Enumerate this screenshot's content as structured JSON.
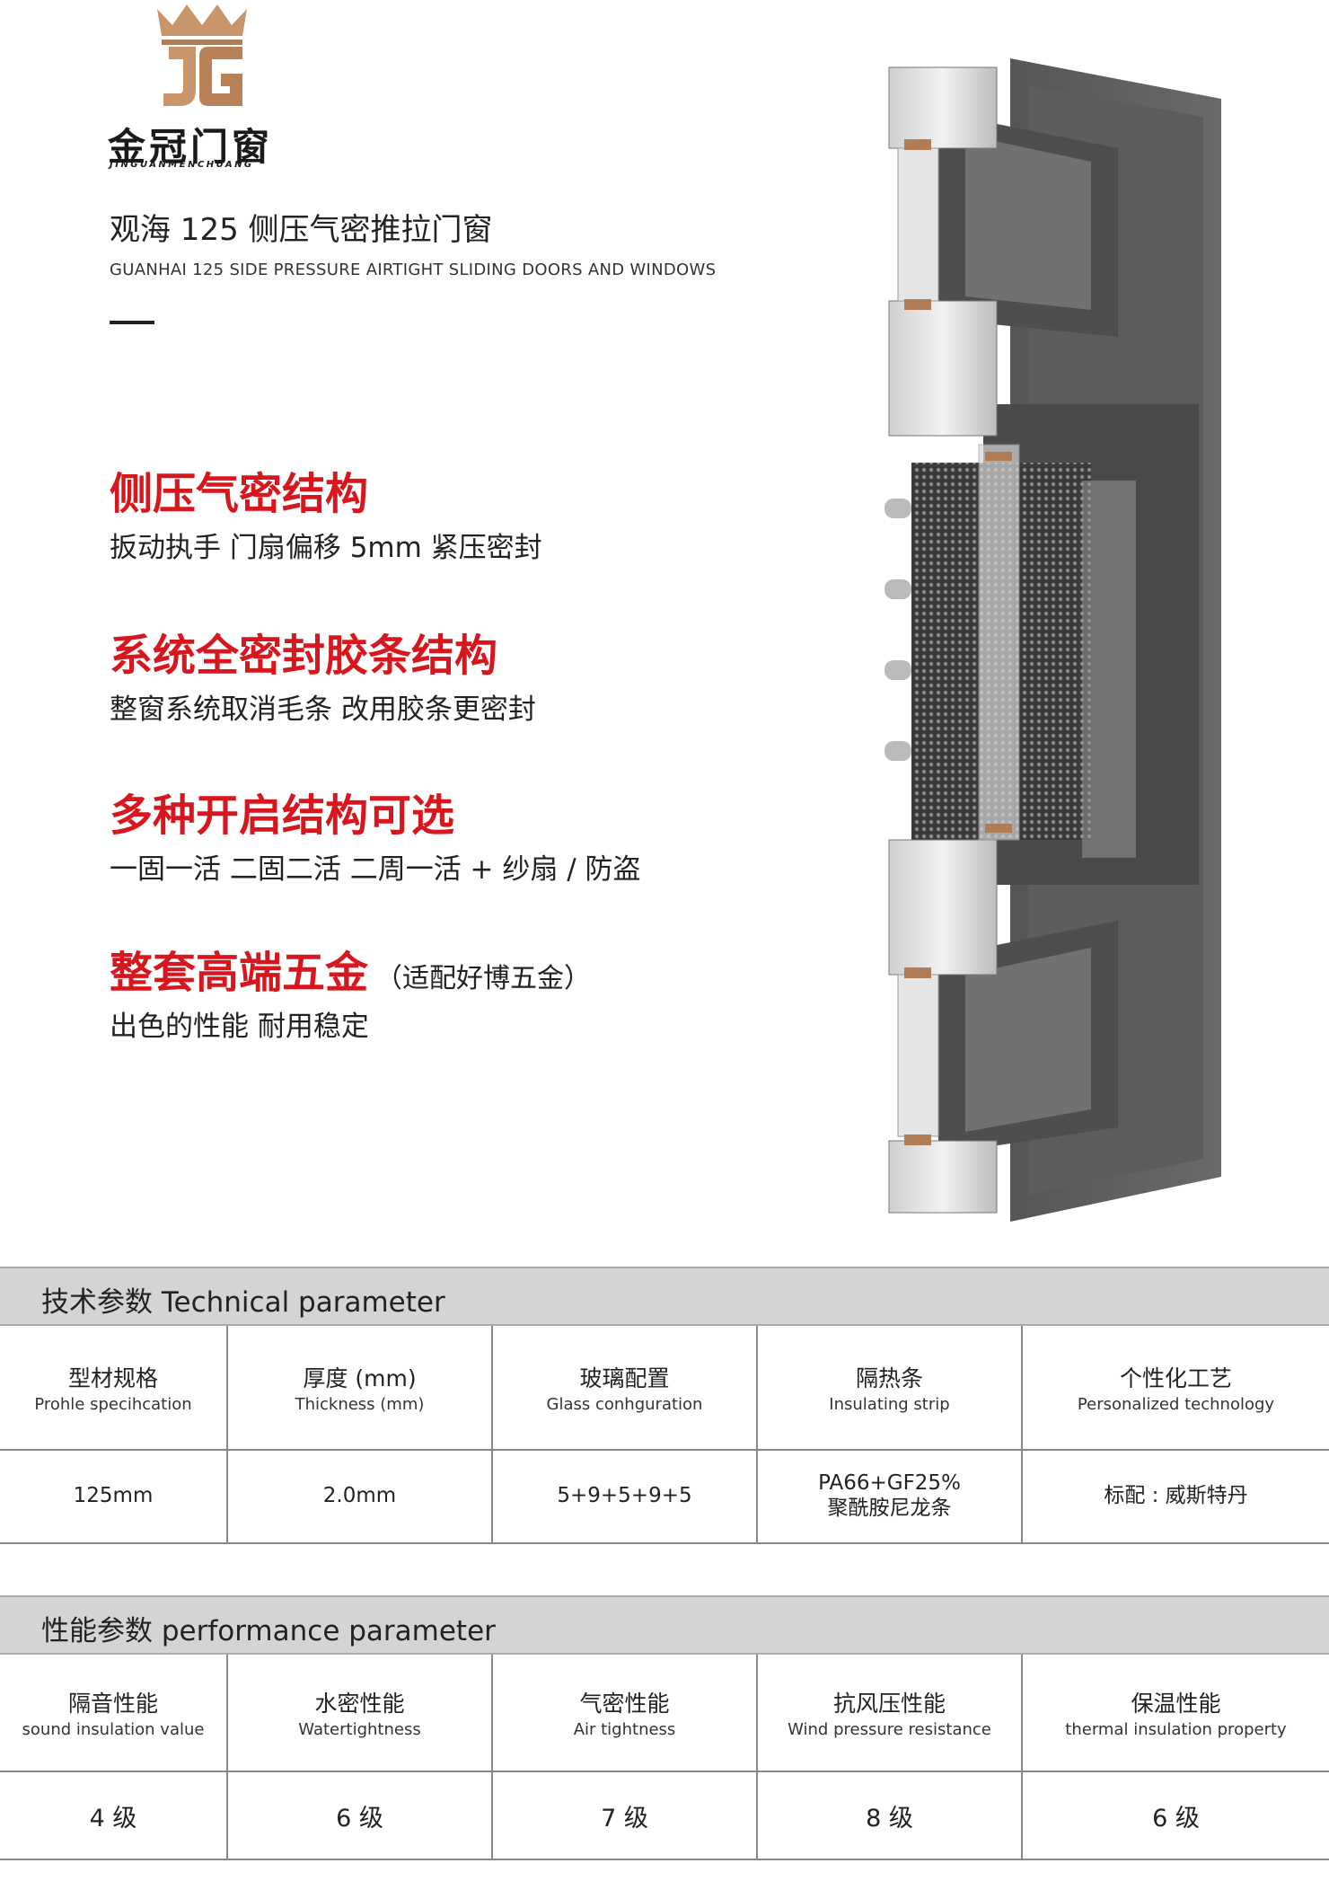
{
  "brand": {
    "name_cn": "金冠门窗",
    "name_en": "JINGUANMENCHUANG",
    "logo_letters": "JG",
    "colors": {
      "logo_gold": "#c8966a",
      "logo_gold_dark": "#a8744c"
    }
  },
  "product": {
    "title_cn": "观海 125 侧压气密推拉门窗",
    "title_en": "GUANHAI 125 SIDE PRESSURE AIRTIGHT SLIDING DOORS AND WINDOWS"
  },
  "features": [
    {
      "title": "侧压气密结构",
      "note": "",
      "desc": "扳动执手 门扇偏移 5mm 紧压密封"
    },
    {
      "title": "系统全密封胶条结构",
      "note": "",
      "desc": "整窗系统取消毛条 改用胶条更密封"
    },
    {
      "title": "多种开启结构可选",
      "note": "",
      "desc": "一固一活 二固二活 二周一活 + 纱扇 / 防盗"
    },
    {
      "title": "整套高端五金",
      "note": "（适配好博五金）",
      "desc": "出色的性能 耐用稳定"
    }
  ],
  "accent_color": "#d7171d",
  "tech_params": {
    "section_title": "技术参数 Technical parameter",
    "headers": [
      {
        "cn": "型材规格",
        "en": "Prohle specihcation"
      },
      {
        "cn": "厚度 (mm)",
        "en": "Thickness (mm)"
      },
      {
        "cn": "玻璃配置",
        "en": "Glass conhguration"
      },
      {
        "cn": "隔热条",
        "en": "Insulating strip"
      },
      {
        "cn": "个性化工艺",
        "en": "Personalized technology"
      }
    ],
    "values": [
      {
        "line1": "125mm",
        "line2": ""
      },
      {
        "line1": "2.0mm",
        "line2": ""
      },
      {
        "line1": "5+9+5+9+5",
        "line2": ""
      },
      {
        "line1": "PA66+GF25%",
        "line2": "聚酰胺尼龙条"
      },
      {
        "line1": "标配 : 威斯特丹",
        "line2": ""
      }
    ]
  },
  "perf_params": {
    "section_title": "性能参数 performance parameter",
    "headers": [
      {
        "cn": "隔音性能",
        "en": "sound insulation value"
      },
      {
        "cn": "水密性能",
        "en": "Watertightness"
      },
      {
        "cn": "气密性能",
        "en": "Air tightness"
      },
      {
        "cn": "抗风压性能",
        "en": "Wind pressure resistance"
      },
      {
        "cn": "保温性能",
        "en": "thermal insulation property"
      }
    ],
    "values": [
      "4 级",
      "6 级",
      "7 级",
      "8 级",
      "6 级"
    ]
  }
}
